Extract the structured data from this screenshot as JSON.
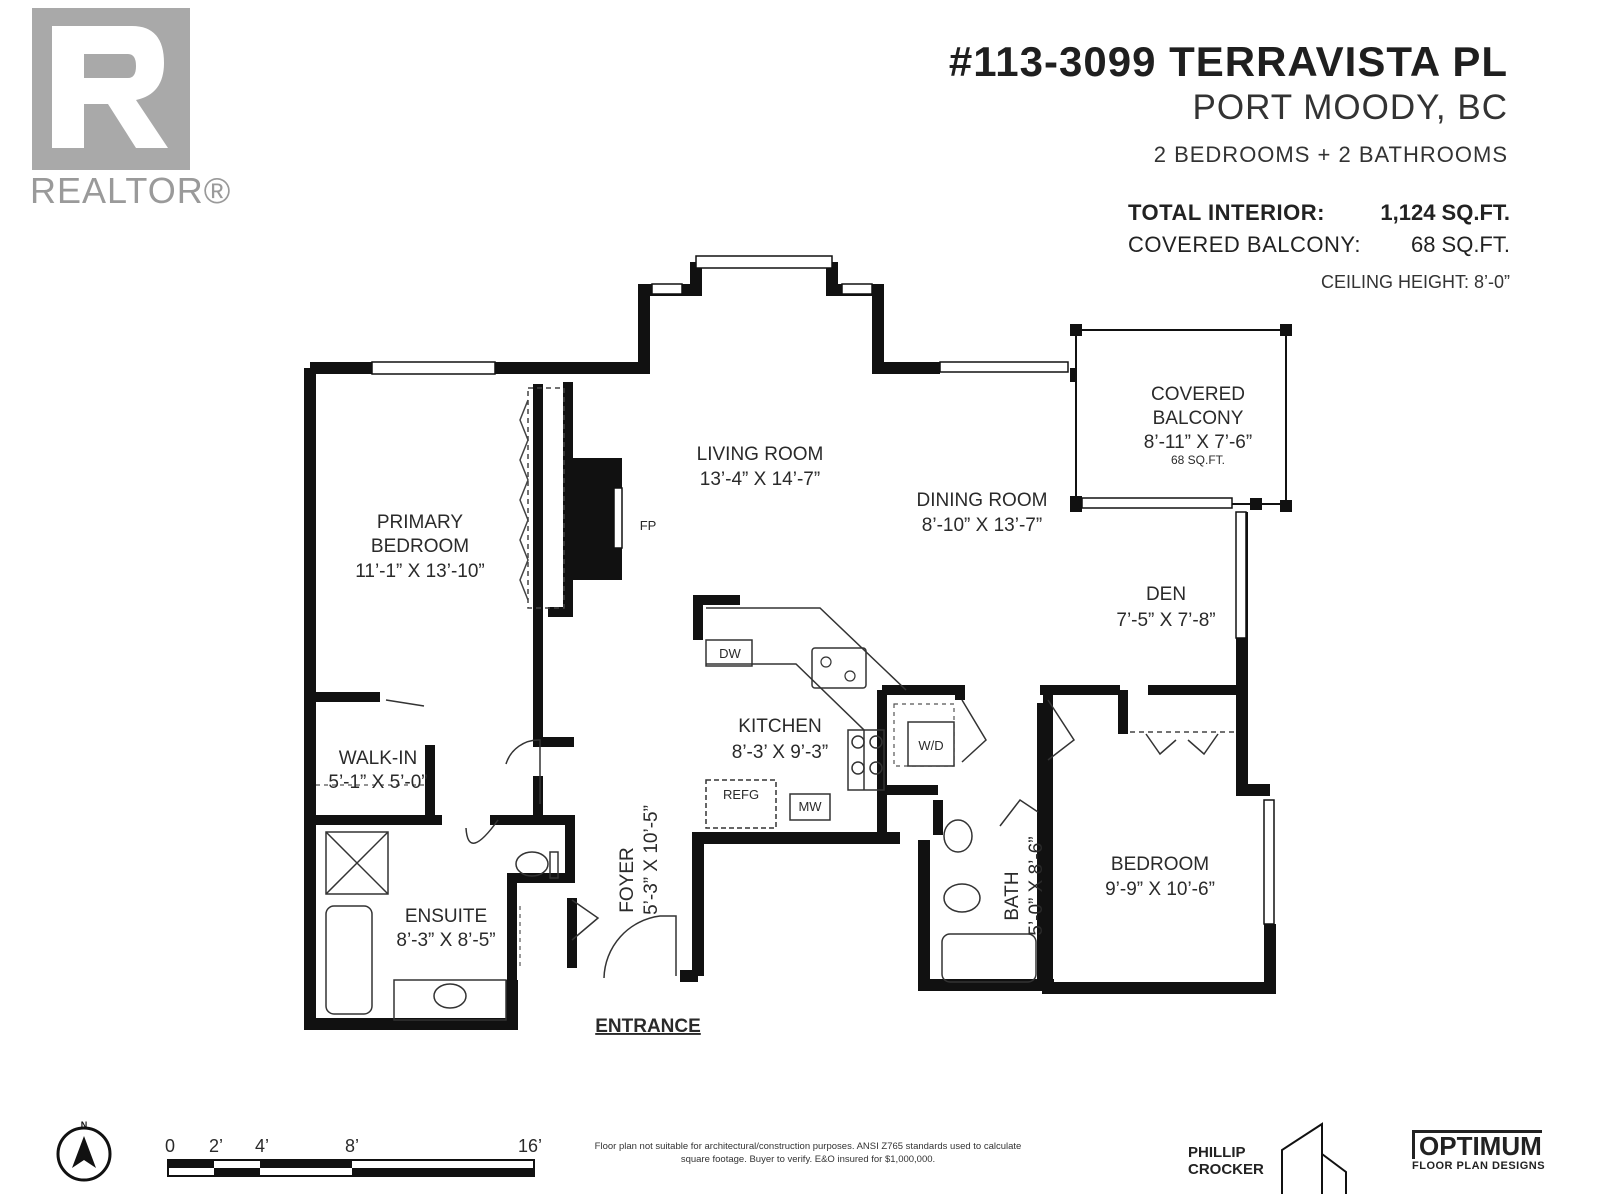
{
  "branding": {
    "realtor_logo_text": "REALTOR®"
  },
  "header": {
    "address": "#113-3099 TERRAVISTA PL",
    "city": "PORT MOODY, BC",
    "beds_baths": "2 BEDROOMS + 2 BATHROOMS"
  },
  "stats": {
    "total_interior_label": "TOTAL INTERIOR:",
    "total_interior_value": "1,124 SQ.FT.",
    "balcony_label": "COVERED BALCONY:",
    "balcony_value": "68 SQ.FT.",
    "ceiling_height": "CEILING HEIGHT: 8’-0”"
  },
  "rooms": {
    "living": {
      "name": "LIVING ROOM",
      "dims": "13’-4” X 14’-7”"
    },
    "dining": {
      "name": "DINING ROOM",
      "dims": "8’-10” X 13’-7”"
    },
    "balcony": {
      "name_line1": "COVERED",
      "name_line2": "BALCONY",
      "dims": "8’-11” X 7’-6”",
      "area": "68 SQ.FT."
    },
    "primary": {
      "name_line1": "PRIMARY",
      "name_line2": "BEDROOM",
      "dims": "11’-1” X 13’-10”"
    },
    "den": {
      "name": "DEN",
      "dims": "7’-5” X 7’-8”"
    },
    "kitchen": {
      "name": "KITCHEN",
      "dims": "8’-3’ X 9’-3”"
    },
    "walkin": {
      "name": "WALK-IN",
      "dims": "5’-1” X 5’-0”"
    },
    "ensuite": {
      "name": "ENSUITE",
      "dims": "8’-3” X 8’-5”"
    },
    "foyer": {
      "name": "FOYER",
      "dims": "5’-3” X 10’-5”"
    },
    "bath": {
      "name": "BATH",
      "dims": "5’-0” X 8’-6”"
    },
    "bedroom": {
      "name": "BEDROOM",
      "dims": "9’-9” X 10’-6”"
    }
  },
  "fixtures": {
    "fp": "FP",
    "dw": "DW",
    "wd": "W/D",
    "refg": "REFG",
    "mw": "MW"
  },
  "entrance_label": "ENTRANCE",
  "scale": {
    "labels": [
      "0",
      "2’",
      "4’",
      "8’",
      "16’"
    ]
  },
  "compass_label": "N",
  "disclaimer": "Floor plan not suitable for architectural/construction purposes. ANSI Z765 standards used to calculate square footage. Buyer to verify. E&O insured for $1,000,000.",
  "credits": {
    "phillip_line1": "PHILLIP",
    "phillip_line2": "CROCKER",
    "optimum": "OPTIMUM",
    "optimum_sub": "FLOOR PLAN DESIGNS"
  }
}
